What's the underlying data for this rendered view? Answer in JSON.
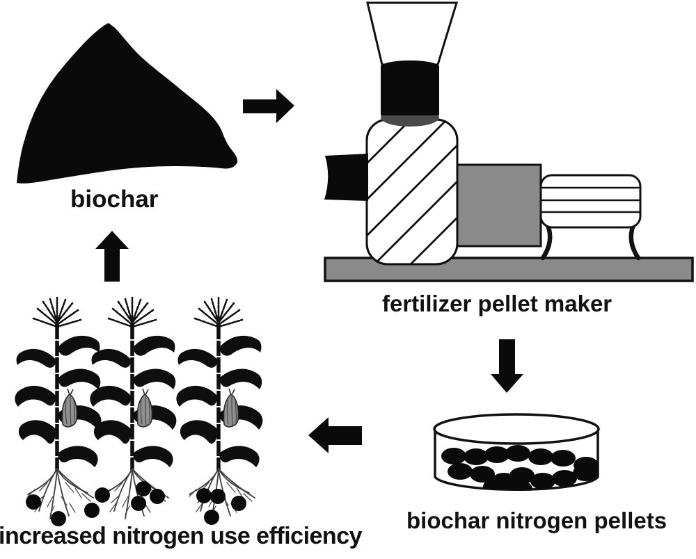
{
  "diagram": {
    "type": "process-cycle",
    "nodes": [
      {
        "id": "biochar",
        "label": "biochar",
        "icon": "biochar-pile-icon"
      },
      {
        "id": "pellet-maker",
        "label": "fertilizer pellet maker",
        "icon": "pellet-maker-machine-icon"
      },
      {
        "id": "pellets",
        "label": "biochar nitrogen pellets",
        "icon": "pellet-dish-icon"
      },
      {
        "id": "plants",
        "label": "increased nitrogen use efficiency",
        "icon": "corn-plants-icon"
      }
    ],
    "edges": [
      {
        "from": "biochar",
        "to": "pellet-maker",
        "icon": "arrow-right-icon"
      },
      {
        "from": "pellet-maker",
        "to": "pellets",
        "icon": "arrow-down-icon"
      },
      {
        "from": "pellets",
        "to": "plants",
        "icon": "arrow-left-icon"
      },
      {
        "from": "plants",
        "to": "biochar",
        "icon": "arrow-up-icon"
      }
    ],
    "counts": {
      "corn_plants": 3,
      "pellets_in_dish": 16,
      "soil_pellet_dots": 11
    }
  },
  "colors": {
    "ink": "#0a0a0a",
    "machine_gray": "#8a8a8a",
    "feed_throat_gray": "#4a4a4a",
    "ear_gray": "#8f8f8f",
    "background": "#ffffff"
  }
}
